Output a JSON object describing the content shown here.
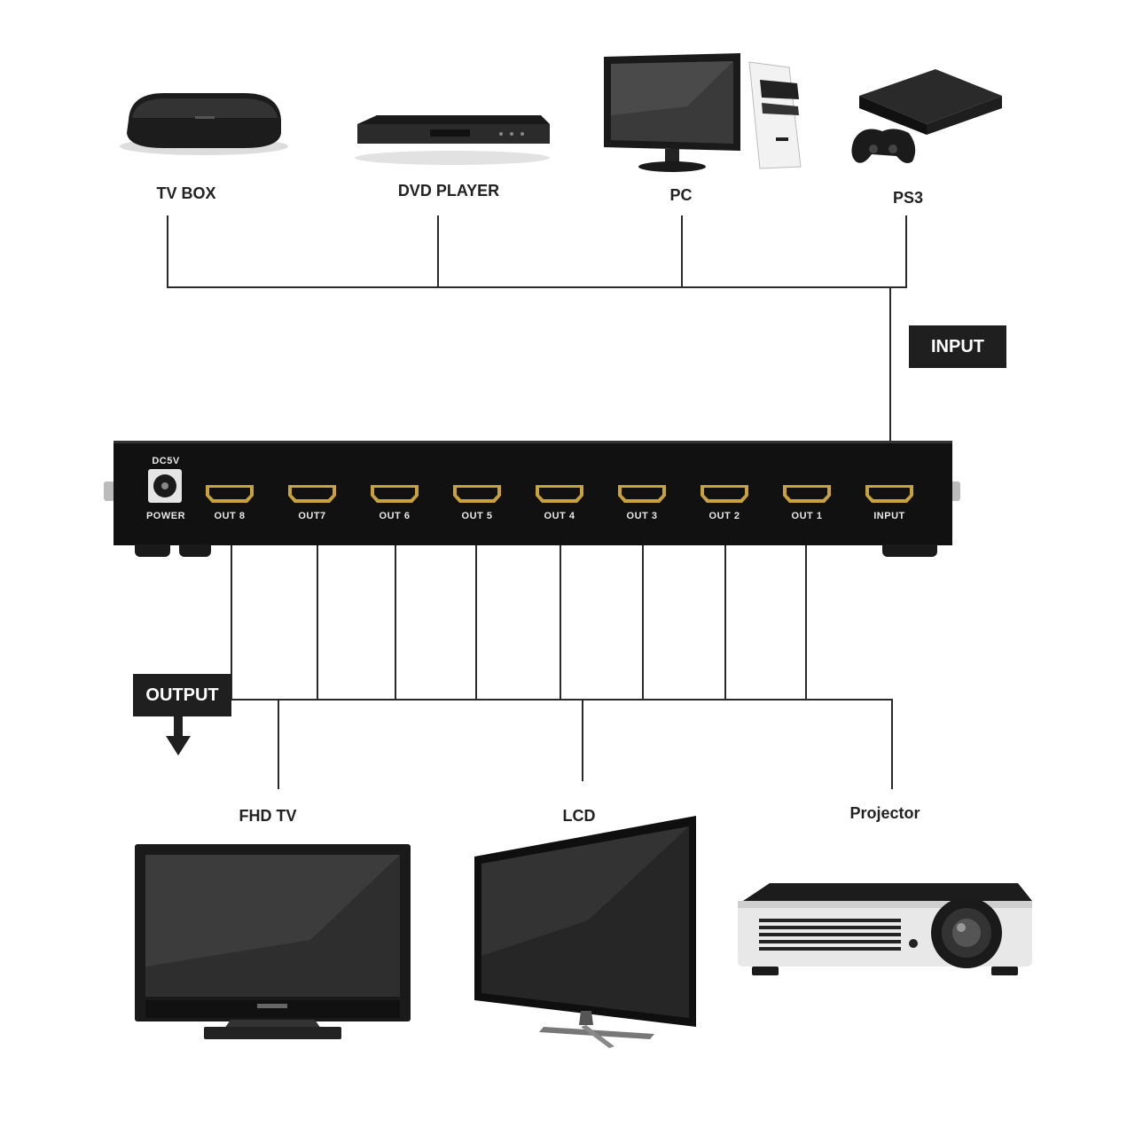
{
  "inputs": {
    "devices": [
      {
        "label": "TV BOX",
        "icon": "tv-box-icon"
      },
      {
        "label": "DVD PLAYER",
        "icon": "dvd-player-icon"
      },
      {
        "label": "PC",
        "icon": "pc-icon"
      },
      {
        "label": "PS3",
        "icon": "ps3-console-icon"
      }
    ],
    "tag": "INPUT"
  },
  "splitter": {
    "power_top": "DC5V",
    "power_label": "POWER",
    "ports": [
      "OUT 8",
      "OUT7",
      "OUT 6",
      "OUT 5",
      "OUT 4",
      "OUT 3",
      "OUT 2",
      "OUT 1",
      "INPUT"
    ]
  },
  "outputs": {
    "tag": "OUTPUT",
    "devices": [
      {
        "label": "FHD TV",
        "icon": "fhd-tv-icon"
      },
      {
        "label": "LCD",
        "icon": "lcd-tv-icon"
      },
      {
        "label": "Projector",
        "icon": "projector-icon"
      }
    ]
  },
  "colors": {
    "panel": "#111111",
    "line": "#2a2a2a",
    "tag_bg": "#1f1f1f",
    "port_gold": "#c9a23a"
  }
}
